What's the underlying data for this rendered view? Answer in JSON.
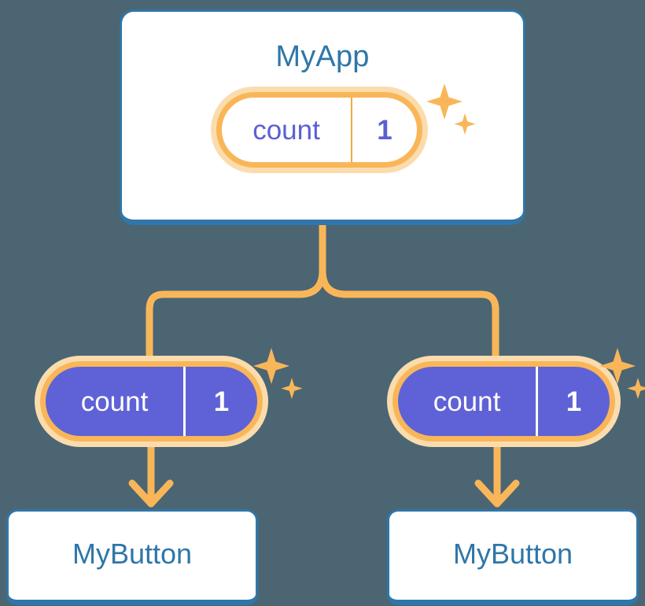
{
  "diagram": {
    "title_semantic": "react-state-propagation-tree",
    "background_color": "#4c6573",
    "accent_orange": "#f9b659",
    "accent_orange_light": "#fbdcad",
    "accent_indigo": "#5f62d6",
    "accent_blue": "#2f76a8"
  },
  "root": {
    "label": "MyApp",
    "state": {
      "key": "count",
      "value": "1"
    },
    "sparkle_icon": "sparkles-icon"
  },
  "branches": [
    {
      "id": "left",
      "state": {
        "key": "count",
        "value": "1"
      },
      "sparkle_icon": "sparkles-icon",
      "arrow_icon": "arrow-down-icon",
      "leaf": {
        "label": "MyButton"
      }
    },
    {
      "id": "right",
      "state": {
        "key": "count",
        "value": "1"
      },
      "sparkle_icon": "sparkles-icon",
      "arrow_icon": "arrow-down-icon",
      "leaf": {
        "label": "MyButton"
      }
    }
  ]
}
